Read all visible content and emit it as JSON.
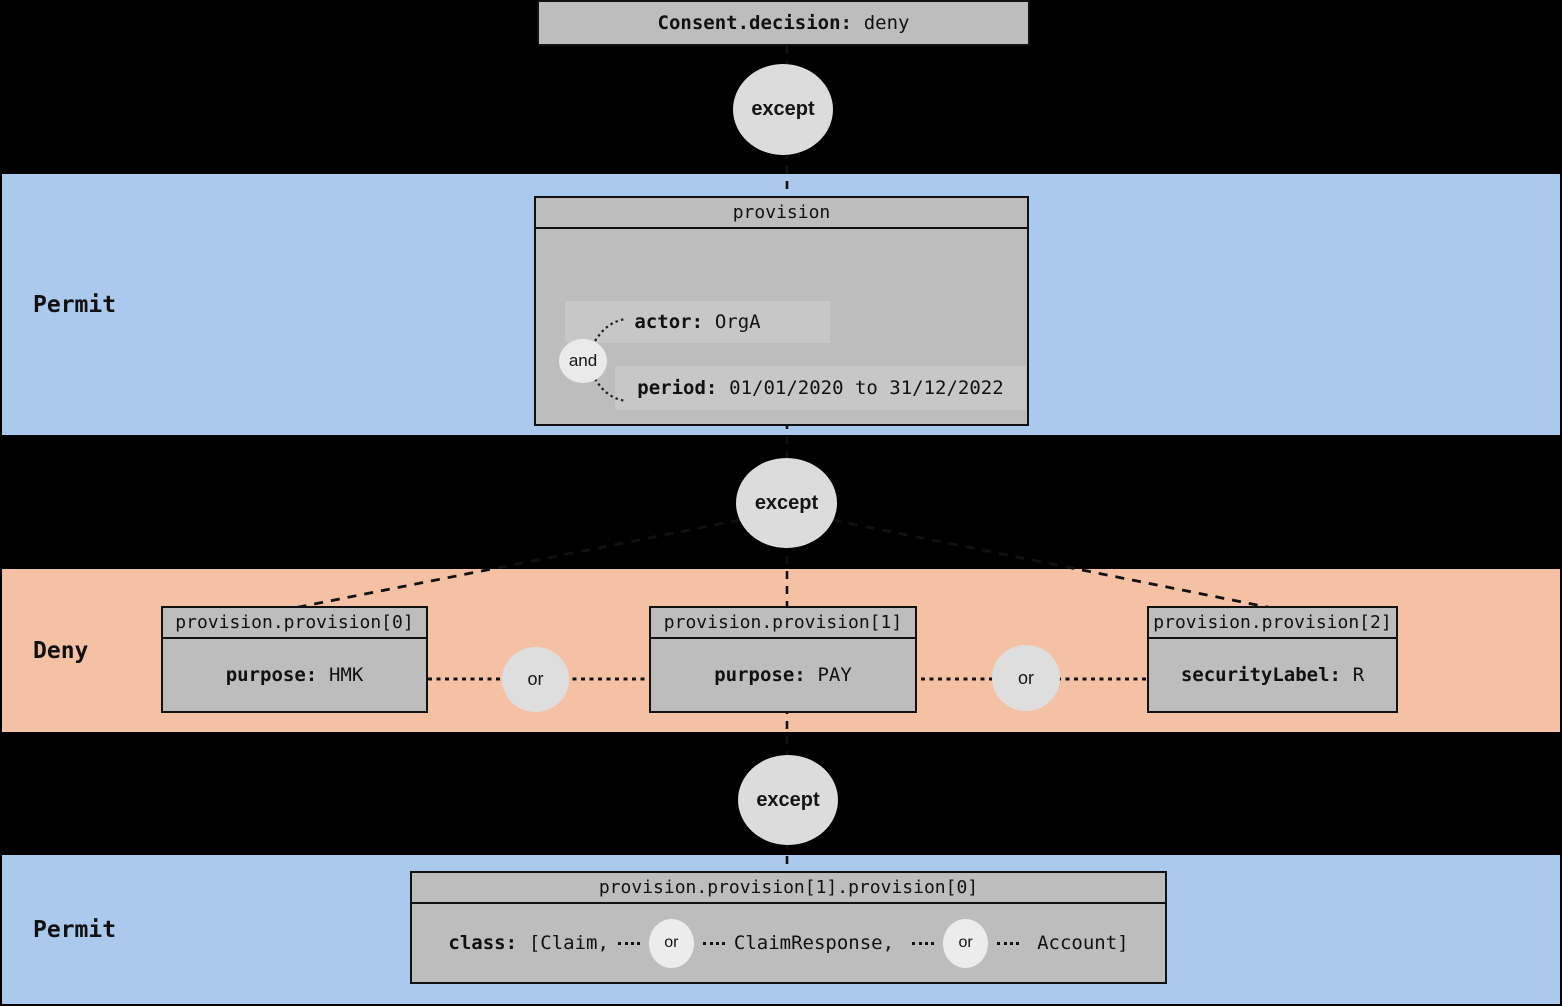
{
  "colors": {
    "background": "#000000",
    "permit_band": "#abc9ed",
    "deny_band": "#f5c1a5",
    "node_fill": "#bdbdbd",
    "attribute_fill": "#c7c7c7",
    "connector_circle_fill": "#dedede",
    "line_color": "#111111"
  },
  "decision": {
    "key": "Consent.decision:",
    "value": "deny"
  },
  "labels": {
    "except": "except",
    "and": "and",
    "or": "or"
  },
  "bands": [
    {
      "label": "Permit"
    },
    {
      "label": "Deny"
    },
    {
      "label": "Permit"
    }
  ],
  "provision_box": {
    "header": "provision",
    "attributes": [
      {
        "key": "actor:",
        "value": "OrgA"
      },
      {
        "key": "period:",
        "value": "01/01/2020 to 31/12/2022"
      }
    ]
  },
  "deny_boxes": [
    {
      "header": "provision.provision[0]",
      "key": "purpose:",
      "value": "HMK"
    },
    {
      "header": "provision.provision[1]",
      "key": "purpose:",
      "value": "PAY"
    },
    {
      "header": "provision.provision[2]",
      "key": "securityLabel:",
      "value": "R"
    }
  ],
  "class_box": {
    "header": "provision.provision[1].provision[0]",
    "key": "class:",
    "items": [
      "[Claim,",
      "ClaimResponse,",
      "Account]"
    ]
  }
}
